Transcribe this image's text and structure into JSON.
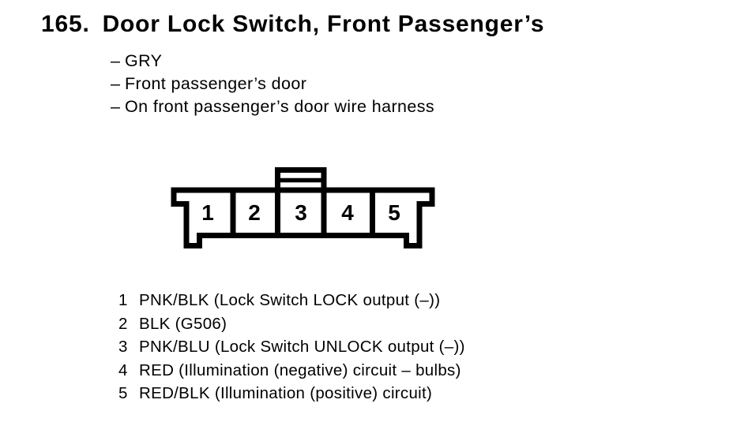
{
  "colors": {
    "background": "#ffffff",
    "ink": "#000000"
  },
  "header": {
    "number": "165.",
    "title": "Door Lock Switch, Front Passenger’s"
  },
  "ui": {
    "dash": "–"
  },
  "details": [
    "GRY",
    "Front passenger’s door",
    "On front passenger’s door wire harness"
  ],
  "connector": {
    "pins": [
      "1",
      "2",
      "3",
      "4",
      "5"
    ]
  },
  "pinout": [
    {
      "pin": "1",
      "desc": "PNK/BLK (Lock Switch LOCK output (–))"
    },
    {
      "pin": "2",
      "desc": "BLK (G506)"
    },
    {
      "pin": "3",
      "desc": "PNK/BLU (Lock Switch UNLOCK output (–))"
    },
    {
      "pin": "4",
      "desc": "RED (Illumination (negative) circuit – bulbs)"
    },
    {
      "pin": "5",
      "desc": "RED/BLK (Illumination (positive) circuit)"
    }
  ]
}
